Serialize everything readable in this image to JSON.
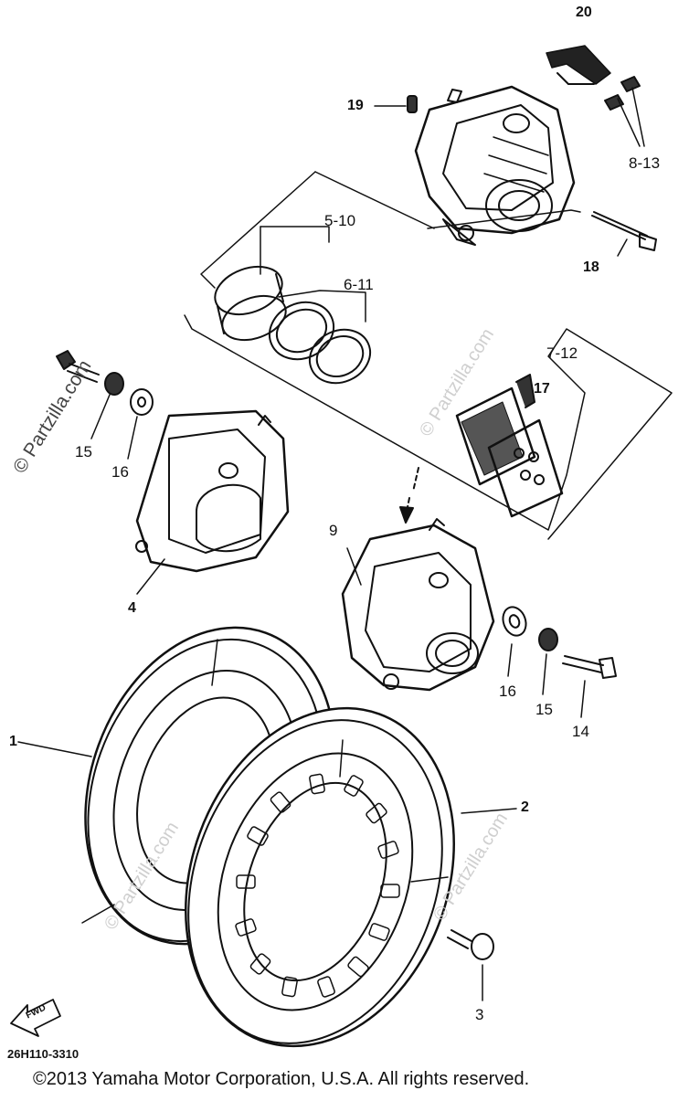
{
  "callouts": {
    "c1": "1",
    "c2": "2",
    "c3": "3",
    "c4": "4",
    "c5_10": "5-10",
    "c6_11": "6-11",
    "c7_12": "7-12",
    "c8_13": "8-13",
    "c9": "9",
    "c14": "14",
    "c15a": "15",
    "c15b": "15",
    "c16a": "16",
    "c16b": "16",
    "c17": "17",
    "c18": "18",
    "c19": "19",
    "c20": "20"
  },
  "fwd_label": "FWD",
  "diagram_code": "26H110-3310",
  "copyright": "©2013 Yamaha Motor Corporation, U.S.A. All rights reserved.",
  "watermarks": {
    "text": "© Partzilla.com"
  },
  "colors": {
    "ink": "#111111",
    "watermark": "#cfcfcf",
    "background": "#ffffff"
  }
}
